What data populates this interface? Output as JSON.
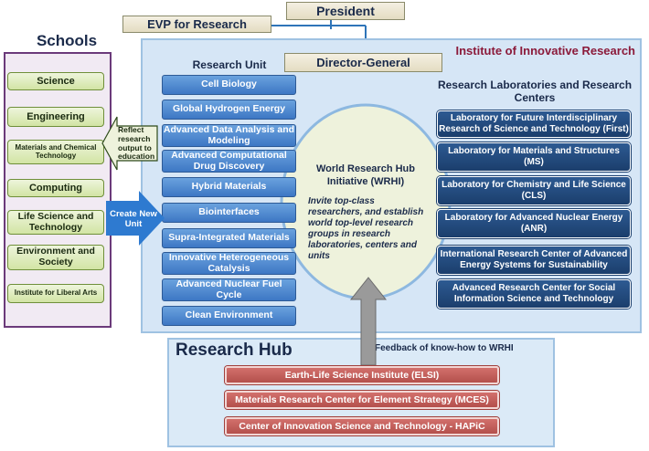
{
  "top": {
    "president": "President",
    "evp": "EVP for Research",
    "director": "Director-General"
  },
  "institute_title": "Institute of Innovative Research",
  "schools": {
    "title": "Schools",
    "items": [
      "Science",
      "Engineering",
      "Materials and Chemical Technology",
      "Computing",
      "Life Science and Technology",
      "Environment and Society",
      "Institute for Liberal Arts"
    ]
  },
  "arrows": {
    "reflect": "Reflect research output to education",
    "create": "Create New Unit"
  },
  "research_unit": {
    "title": "Research Unit",
    "items": [
      "Cell Biology",
      "Global Hydrogen Energy",
      "Advanced Data Analysis and Modeling",
      "Advanced Computational Drug Discovery",
      "Hybrid Materials",
      "Biointerfaces",
      "Supra-Integrated Materials",
      "Innovative Heterogeneous Catalysis",
      "Advanced Nuclear Fuel Cycle",
      "Clean Environment"
    ]
  },
  "wrhi": {
    "title": "World Research Hub Initiative (WRHI)",
    "body": "Invite top-class researchers, and establish world top-level research groups in research laboratories, centers and units"
  },
  "labs": {
    "title": "Research Laboratories and Research Centers",
    "items": [
      "Laboratory for Future Interdisciplinary Research of Science and Technology (First)",
      "Laboratory for Materials and Structures (MS)",
      "Laboratory for Chemistry and Life Science (CLS)",
      "Laboratory for Advanced Nuclear Energy (ANR)",
      "International Research Center of Advanced Energy Systems for Sustainability",
      "Advanced Research Center for Social Information Science and Technology"
    ]
  },
  "hub": {
    "title": "Research Hub",
    "feedback": "Feedback of know-how to WRHI",
    "items": [
      "Earth-Life Science Institute (ELSI)",
      "Materials Research Center for Element Strategy (MCES)",
      "Center of Innovation Science and Technology - HAPiC"
    ]
  },
  "colors": {
    "unit_blue": "#4a86cf",
    "lab_navy": "#1f4478",
    "hub_red": "#c0605c",
    "school_green": "#d2e4a4",
    "institute_title": "#8b1a3a"
  }
}
